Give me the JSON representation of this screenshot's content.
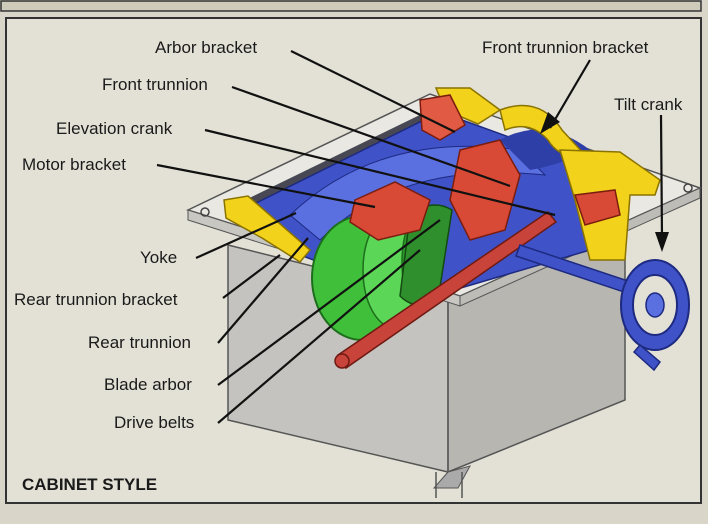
{
  "title": "CABINET STYLE",
  "labels": {
    "arbor_bracket": "Arbor bracket",
    "front_trunnion_bracket": "Front trunnion bracket",
    "front_trunnion": "Front trunnion",
    "tilt_crank": "Tilt crank",
    "elevation_crank": "Elevation crank",
    "motor_bracket": "Motor bracket",
    "yoke": "Yoke",
    "rear_trunnion_bracket": "Rear trunnion bracket",
    "rear_trunnion": "Rear trunnion",
    "blade_arbor": "Blade arbor",
    "drive_belts": "Drive belts"
  },
  "colors": {
    "trunnion_blue": "#3f52c8",
    "bracket_yellow": "#f2d21a",
    "motor_green": "#3fbf3a",
    "arbor_red": "#d84a35",
    "cabinet_gray": "#c9c9c4"
  }
}
